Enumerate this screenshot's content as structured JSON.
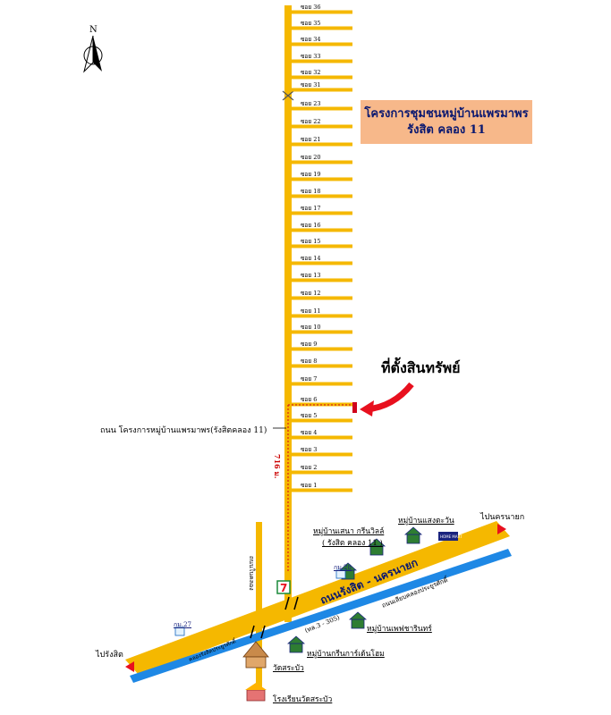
{
  "compass": {
    "north_label": "N"
  },
  "title": {
    "line1": "โครงการชุมชนหมู่บ้านแพรมาพร",
    "line2": "รังสิต คลอง 11"
  },
  "asset_location_label": "ที่ตั้งสินทรัพย์",
  "project_road_label": "ถนน โครงการหมู่บ้านแพรมาพร(รังสิตคลอง 11)",
  "distance_label": "716 ม.",
  "soi_labels": [
    "ซอย 36",
    "ซอย 35",
    "ซอย 34",
    "ซอย 33",
    "ซอย 32",
    "ซอย 31",
    "ซอย 23",
    "ซอย 22",
    "ซอย 21",
    "ซอย 20",
    "ซอย 19",
    "ซอย 18",
    "ซอย 17",
    "ซอย 16",
    "ซอย 15",
    "ซอย 14",
    "ซอย 13",
    "ซอย 12",
    "ซอย 11",
    "ซอย 10",
    "ซอย 9",
    "ซอย 8",
    "ซอย 7",
    "ซอย 6",
    "ซอย 5",
    "ซอย 4",
    "ซอย 3",
    "ซอย 2",
    "ซอย 1"
  ],
  "main_road_label": "ถนนรังสิต - นครนายก",
  "road_number_label": "(ทล.3 - 305)",
  "canal_label_right": "ถนนเลียบคลองประยูรศักดิ์",
  "canal_label_left": "คลองรังสิตประยูรศักดิ์",
  "side_road_label": "ถนนในคลอง",
  "direction_to_nakhon_nayok": "ไปนครนายก",
  "direction_to_rangsit": "ไปรังสิต",
  "km_markers": [
    "กม.28",
    "กม.27"
  ],
  "villages": {
    "sena_green_ville_1": "หมู่บ้านเสนา กรีนวิลล์",
    "sena_green_ville_2": "( รังสิต คลอง 11 )",
    "saeng_tawan": "หมู่บ้านแสงตะวัน",
    "pruksa_rin": "หมู่บ้านเพฟชารินทร์",
    "green_garden_home": "หมู่บ้านกรีนการ์เด้นโฮม"
  },
  "temple_label": "วัดสระบัว",
  "school_label": "โรงเรียนวัดสระบัว",
  "home_mart_label": "HOME MART",
  "seven_eleven_label": "7",
  "colors": {
    "road": "#f5b800",
    "canal": "#1e88e5",
    "title_bg": "#f7b88a",
    "title_text": "#0a1870",
    "marker": "#d0021b",
    "arrow": "#e8101e"
  }
}
